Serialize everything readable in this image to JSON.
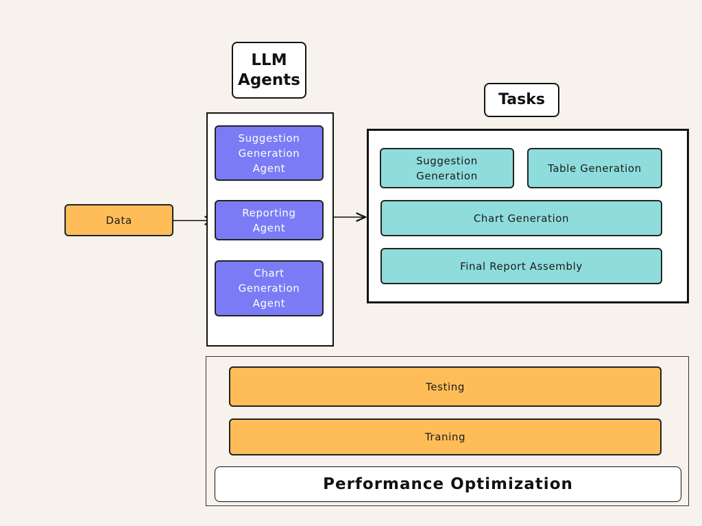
{
  "agents_title": "LLM\nAgents",
  "tasks_title": "Tasks",
  "input": {
    "label": "Data"
  },
  "agents": [
    {
      "label": "Suggestion\nGeneration\nAgent"
    },
    {
      "label": "Reporting\nAgent"
    },
    {
      "label": "Chart\nGeneration\nAgent"
    }
  ],
  "tasks": [
    {
      "label": "Suggestion\nGeneration"
    },
    {
      "label": "Table Generation"
    },
    {
      "label": "Chart Generation"
    },
    {
      "label": "Final Report Assembly"
    }
  ],
  "optimization": {
    "steps": [
      {
        "label": "Testing"
      },
      {
        "label": "Traning"
      }
    ],
    "title": "Performance Optimization"
  },
  "colors": {
    "background": "#f7f2eb",
    "agent": "#7b7cf5",
    "task": "#8edddc",
    "orange": "#ffbd59"
  }
}
